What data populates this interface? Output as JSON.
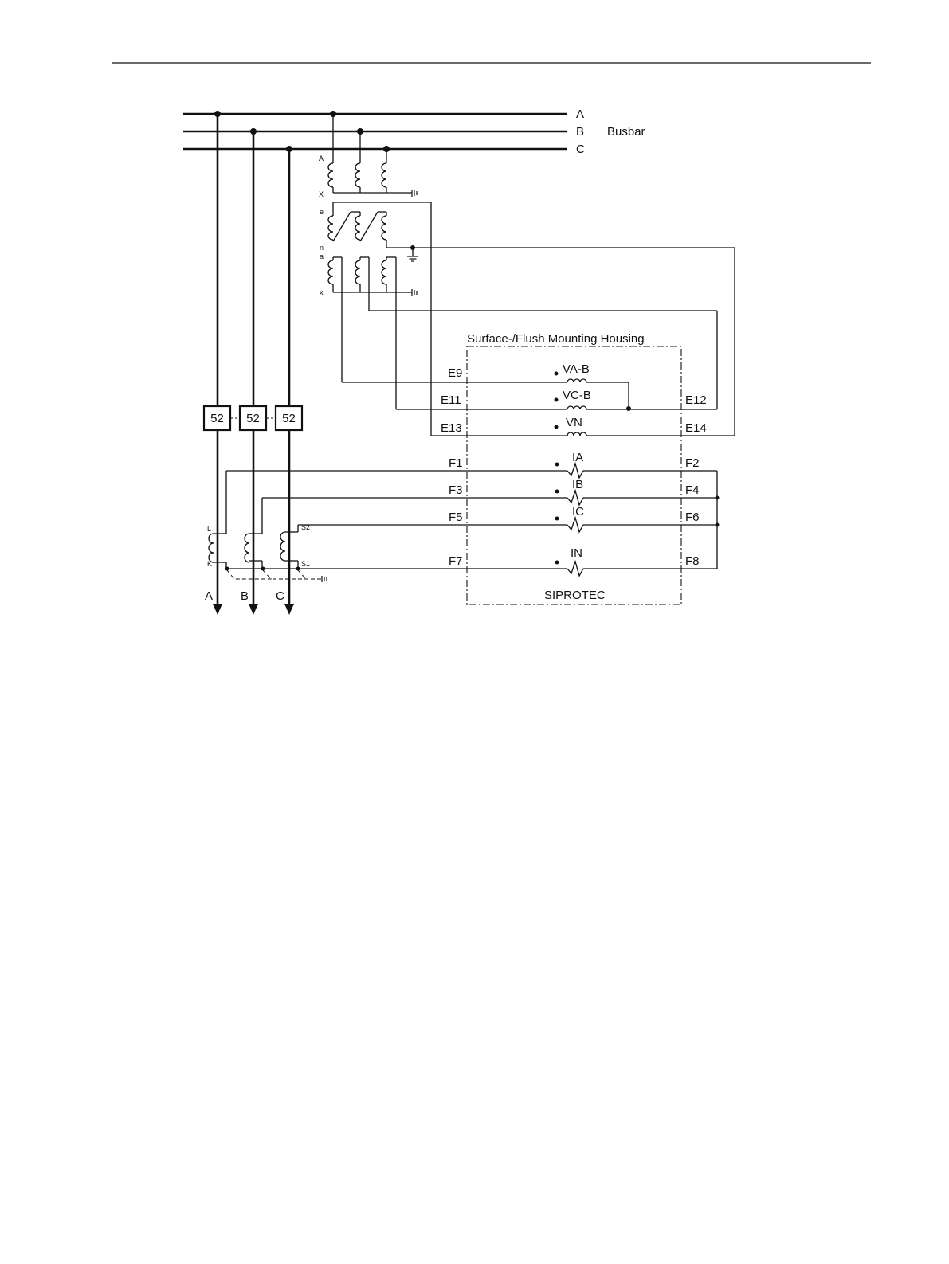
{
  "busbar": {
    "name": "Busbar",
    "phases": [
      "A",
      "B",
      "C"
    ]
  },
  "vt": {
    "primary_top": "A",
    "primary_bottom": "X",
    "open_delta_top": "e",
    "open_delta_bottom": "n",
    "secondary_top": "a",
    "secondary_bottom": "x"
  },
  "breakers": [
    "52",
    "52",
    "52"
  ],
  "ct": {
    "left_top": "L",
    "left_bottom": "K",
    "right_top": "S2",
    "right_bottom": "S1"
  },
  "feeder_phases": [
    "A",
    "B",
    "C"
  ],
  "housing": {
    "title": "Surface-/Flush Mounting Housing",
    "device": "SIPROTEC"
  },
  "voltage_inputs": [
    {
      "left": "E9",
      "name": "VA-B",
      "right": ""
    },
    {
      "left": "E11",
      "name": "VC-B",
      "right": "E12"
    },
    {
      "left": "E13",
      "name": "VN",
      "right": "E14"
    }
  ],
  "current_inputs": [
    {
      "left": "F1",
      "name": "IA",
      "right": "F2"
    },
    {
      "left": "F3",
      "name": "IB",
      "right": "F4"
    },
    {
      "left": "F5",
      "name": "IC",
      "right": "F6"
    },
    {
      "left": "F7",
      "name": "IN",
      "right": "F8"
    }
  ]
}
